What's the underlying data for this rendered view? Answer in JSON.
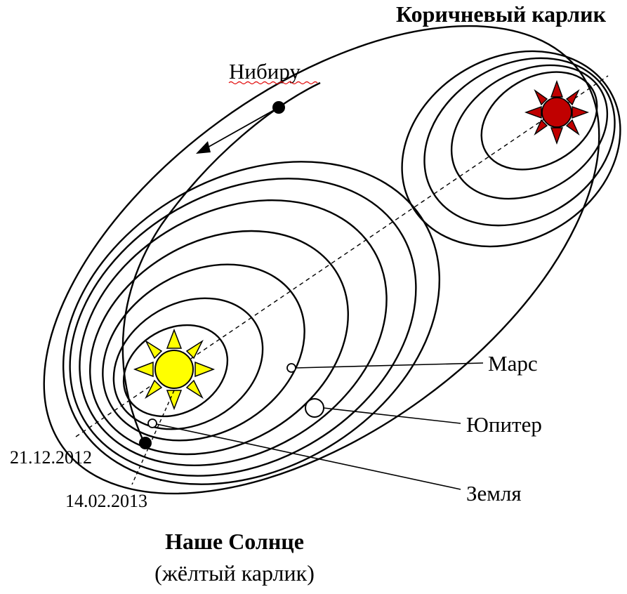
{
  "labels": {
    "brown_dwarf_title": "Коричневый карлик",
    "nibiru": "Нибиру",
    "mars": "Марс",
    "jupiter": "Юпитер",
    "earth": "Земля",
    "date1": "21.12.2012",
    "date2": "14.02.2013",
    "sun_title": "Наше Солнце",
    "sun_subtitle": "(жёлтый карлик)"
  },
  "colors": {
    "sun": "#ffff00",
    "brown_dwarf": "#c00000",
    "line": "#000000",
    "nibiru_underline": "#e00000"
  },
  "icons": {
    "sun": "sun-icon",
    "brown_dwarf": "star-icon"
  }
}
